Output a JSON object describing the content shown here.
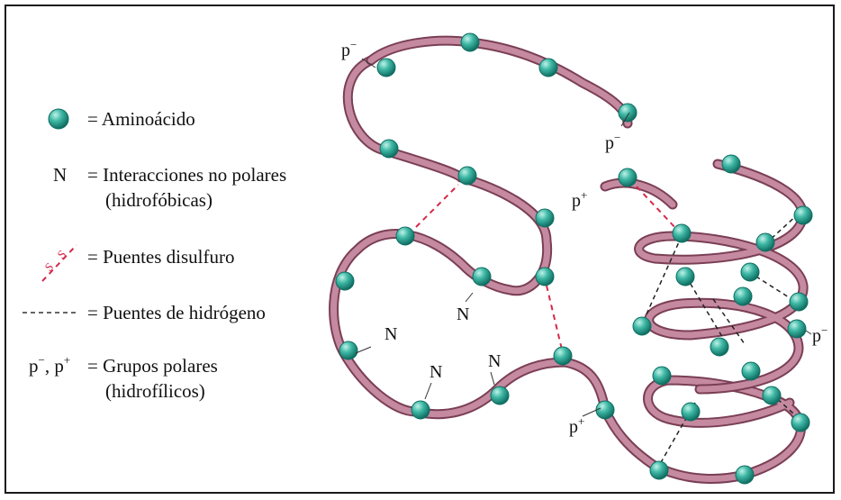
{
  "legend": {
    "aminoacid": {
      "symbol_desc": "teal sphere",
      "text": "= Aminoácido"
    },
    "nonpolar": {
      "symbol": "N",
      "text_line1": "= Interacciones no polares",
      "text_line2": "(hidrofóbicas)"
    },
    "disulfide": {
      "symbol": "-S-S-",
      "text": "= Puentes disulfuro"
    },
    "hydrogen": {
      "text": "= Puentes de hidrógeno"
    },
    "polar": {
      "symbol_p": "p",
      "symbol_minus": "−",
      "symbol_sep": ", ",
      "symbol_p2": "p",
      "symbol_plus": "+",
      "text_line1": "= Grupos polares",
      "text_line2": "(hidrofílicos)"
    }
  },
  "labels": {
    "p_top_left": {
      "p": "p",
      "sign": "−"
    },
    "p_mid": {
      "p": "p",
      "sign": "−"
    },
    "p_mid2": {
      "p": "p",
      "sign": "+"
    },
    "p_bottom": {
      "p": "p",
      "sign": "+"
    },
    "p_right": {
      "p": "p",
      "sign": "−"
    },
    "n1": "N",
    "n2": "N",
    "n3": "N",
    "n4": "N",
    "ss": "S"
  },
  "colors": {
    "chain": "#b07088",
    "chain_light": "#d9a7b8",
    "bead": "#1f9a8a",
    "bead_light": "#9fe3d6",
    "disulfide": "#d42a4a",
    "hbond": "#222222"
  }
}
